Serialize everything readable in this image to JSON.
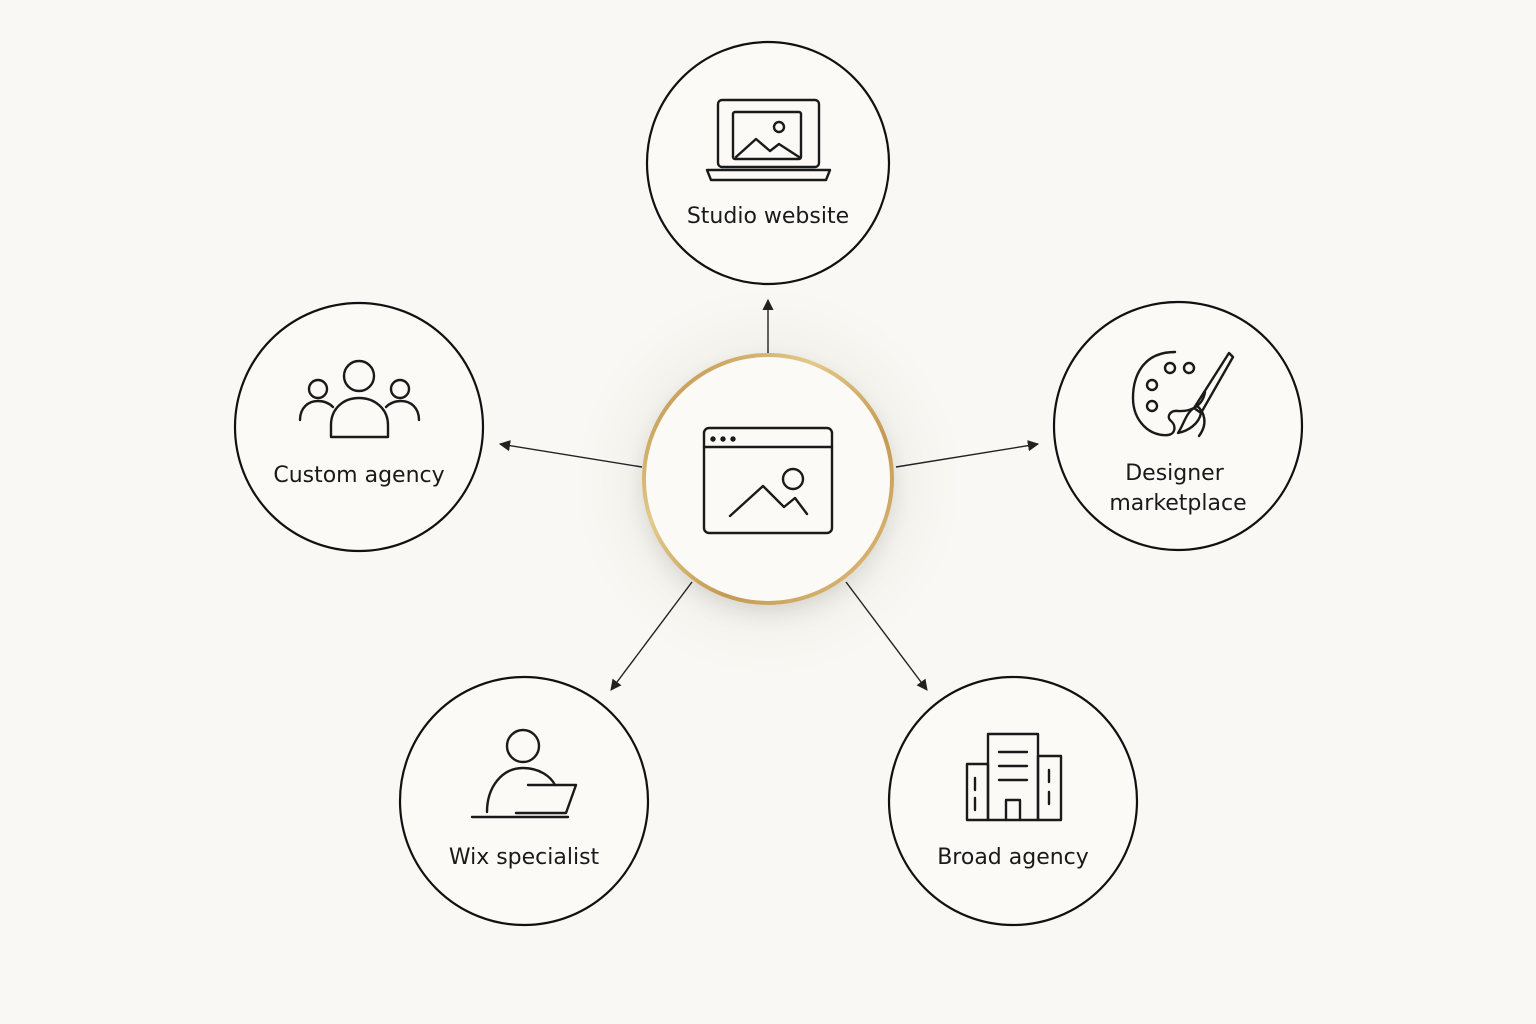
{
  "diagram": {
    "center": {
      "icon": "browser-image-icon",
      "accent_color": "#c9a25a"
    },
    "nodes": [
      {
        "id": "studio-website",
        "label_lines": [
          "Studio website"
        ],
        "icon": "laptop-image-icon"
      },
      {
        "id": "designer-marketplace",
        "label_lines": [
          "Designer",
          "marketplace"
        ],
        "icon": "palette-brush-icon"
      },
      {
        "id": "broad-agency",
        "label_lines": [
          "Broad agency"
        ],
        "icon": "office-buildings-icon"
      },
      {
        "id": "wix-specialist",
        "label_lines": [
          "Wix specialist"
        ],
        "icon": "person-laptop-icon"
      },
      {
        "id": "custom-agency",
        "label_lines": [
          "Custom agency"
        ],
        "icon": "team-people-icon"
      }
    ],
    "colors": {
      "background": "#f9f8f4",
      "stroke": "#111111",
      "center_ring": "#c9a25a"
    }
  }
}
